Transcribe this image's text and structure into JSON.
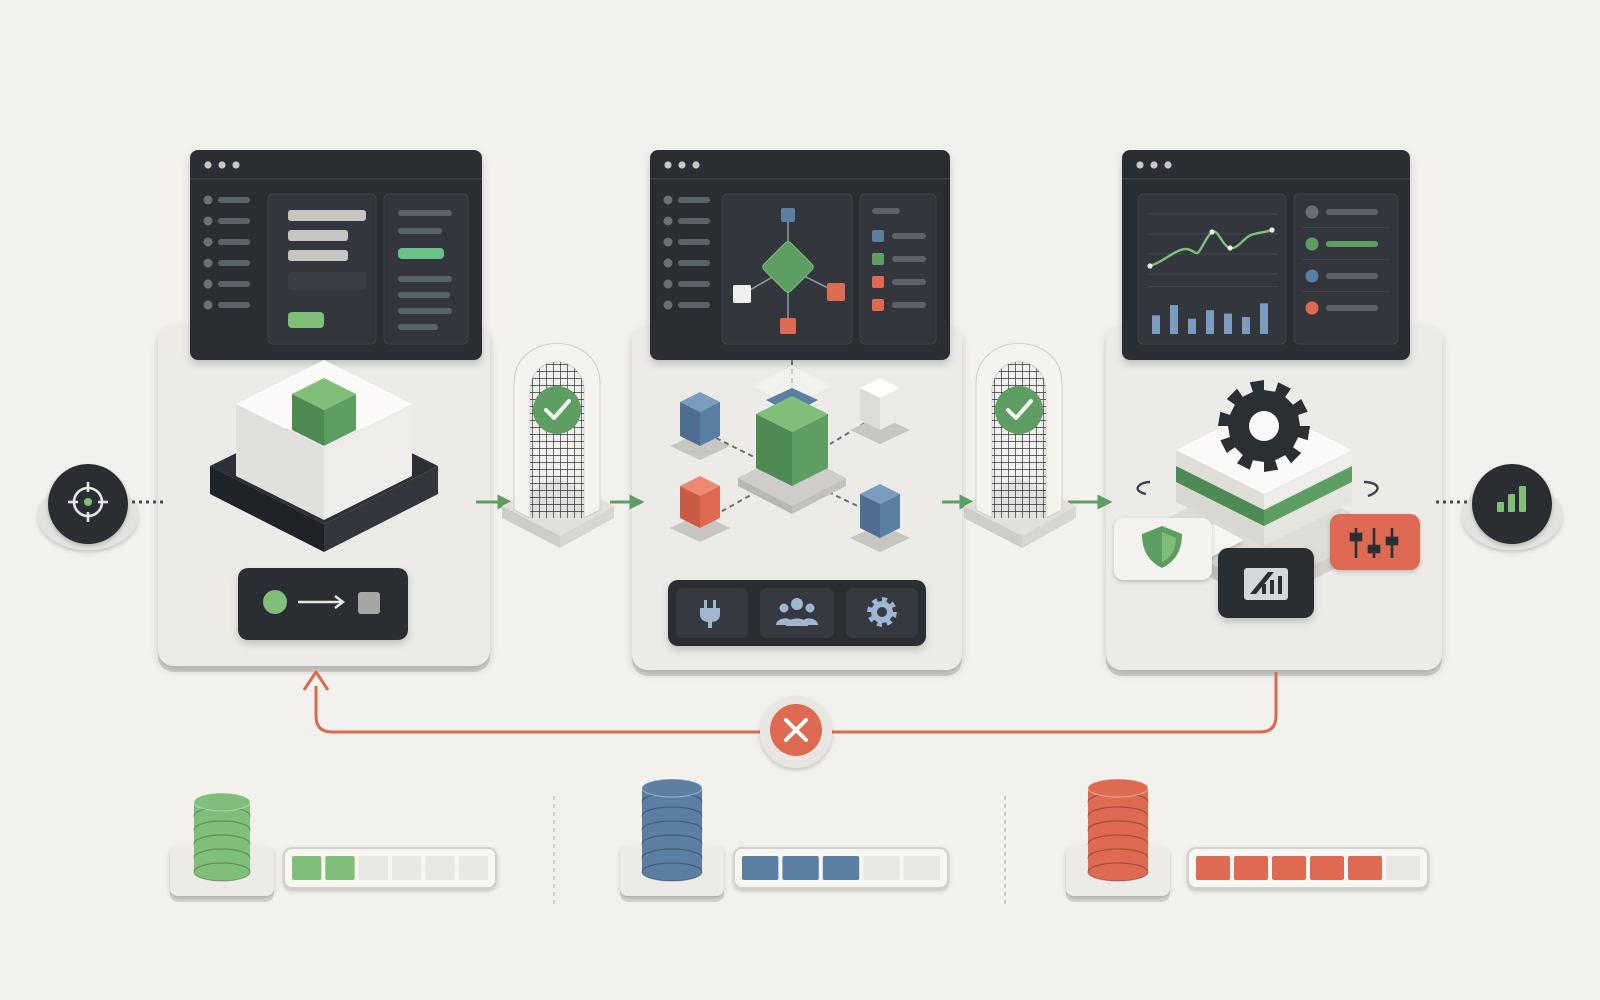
{
  "colors": {
    "background": "#f3f1ee",
    "panel": "#ecebe7",
    "panel_edge": "#d6d4cf",
    "dark_window": "#2b2e33",
    "dark_window_inner": "#33373d",
    "line_gray": "#5c626a",
    "green": "#5e9e63",
    "green_light": "#7fbf7a",
    "blue": "#5b7ea3",
    "red": "#de6a52",
    "white_block": "#f7f6f3",
    "flow_arrow": "#5e9e63",
    "reject_line": "#d9694f"
  },
  "stages": [
    {
      "id": "stage-1",
      "window": {
        "variant": "form",
        "sidebar_rows": 6
      },
      "centerpiece": "green-cube-on-pedestal",
      "control": [
        "green-dot",
        "arrow-right",
        "gray-square"
      ]
    },
    {
      "id": "stage-2",
      "window": {
        "variant": "graph",
        "sidebar_rows": 6,
        "legend_colors": [
          "#5b7ea3",
          "#5e9e63",
          "#de6a52",
          "#de6a52"
        ]
      },
      "centerpiece": "cube-network",
      "toolbar_icons": [
        "plug-icon",
        "users-icon",
        "gear-icon"
      ]
    },
    {
      "id": "stage-3",
      "window": {
        "variant": "analytics",
        "legend_colors": [
          "#6b7077",
          "#5e9e63",
          "#5b7ea3",
          "#de6a52"
        ],
        "bar_levels": [
          0.55,
          0.85,
          0.45,
          0.7,
          0.6,
          0.5,
          0.9
        ]
      },
      "centerpiece": "gear-stack",
      "tiles": [
        "shield-icon",
        "analytics-icon",
        "sliders-icon"
      ]
    }
  ],
  "gates": [
    {
      "id": "gate-1",
      "icon": "check-icon",
      "status_color": "#5e9e63"
    },
    {
      "id": "gate-2",
      "icon": "check-icon",
      "status_color": "#5e9e63"
    }
  ],
  "endpoints": {
    "start": {
      "icon": "target-icon"
    },
    "end": {
      "icon": "bar-chart-icon"
    }
  },
  "reject_marker": {
    "icon": "close-icon",
    "color": "#d9694f"
  },
  "storage": [
    {
      "color": "#7fbf7a",
      "disks": 5,
      "filled": 2,
      "total": 6
    },
    {
      "color": "#5b7ea3",
      "disks": 6,
      "filled": 3,
      "total": 5
    },
    {
      "color": "#de6a52",
      "disks": 6,
      "filled": 5,
      "total": 6
    }
  ]
}
